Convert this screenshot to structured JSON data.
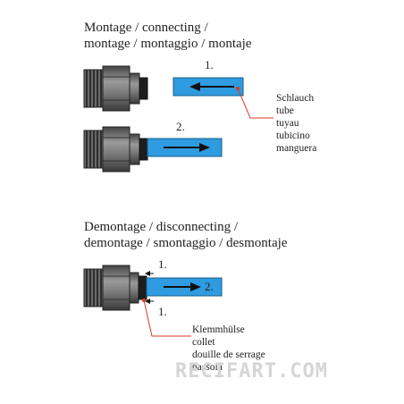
{
  "section_connect": {
    "title_line1": "Montage / connecting /",
    "title_line2": "montage / montaggio / montaje",
    "step1": "1.",
    "step2": "2.",
    "tube_labels": [
      "Schlauch",
      "tube",
      "tuyau",
      "tubicino",
      "manguera"
    ]
  },
  "section_disconnect": {
    "title_line1": "Demontage / disconnecting /",
    "title_line2": "demontage / smontaggio / desmontaje",
    "step1_top": "1.",
    "step2": "2.",
    "step1_bottom": "1.",
    "collet_labels": [
      "Klemmhülse",
      "collet",
      "douille de serrage",
      "bassola"
    ]
  },
  "watermark": "RECIFART.COM",
  "colors": {
    "tube": "#2f9be0",
    "fitting": "#555555",
    "leader": "#d63a2a"
  }
}
